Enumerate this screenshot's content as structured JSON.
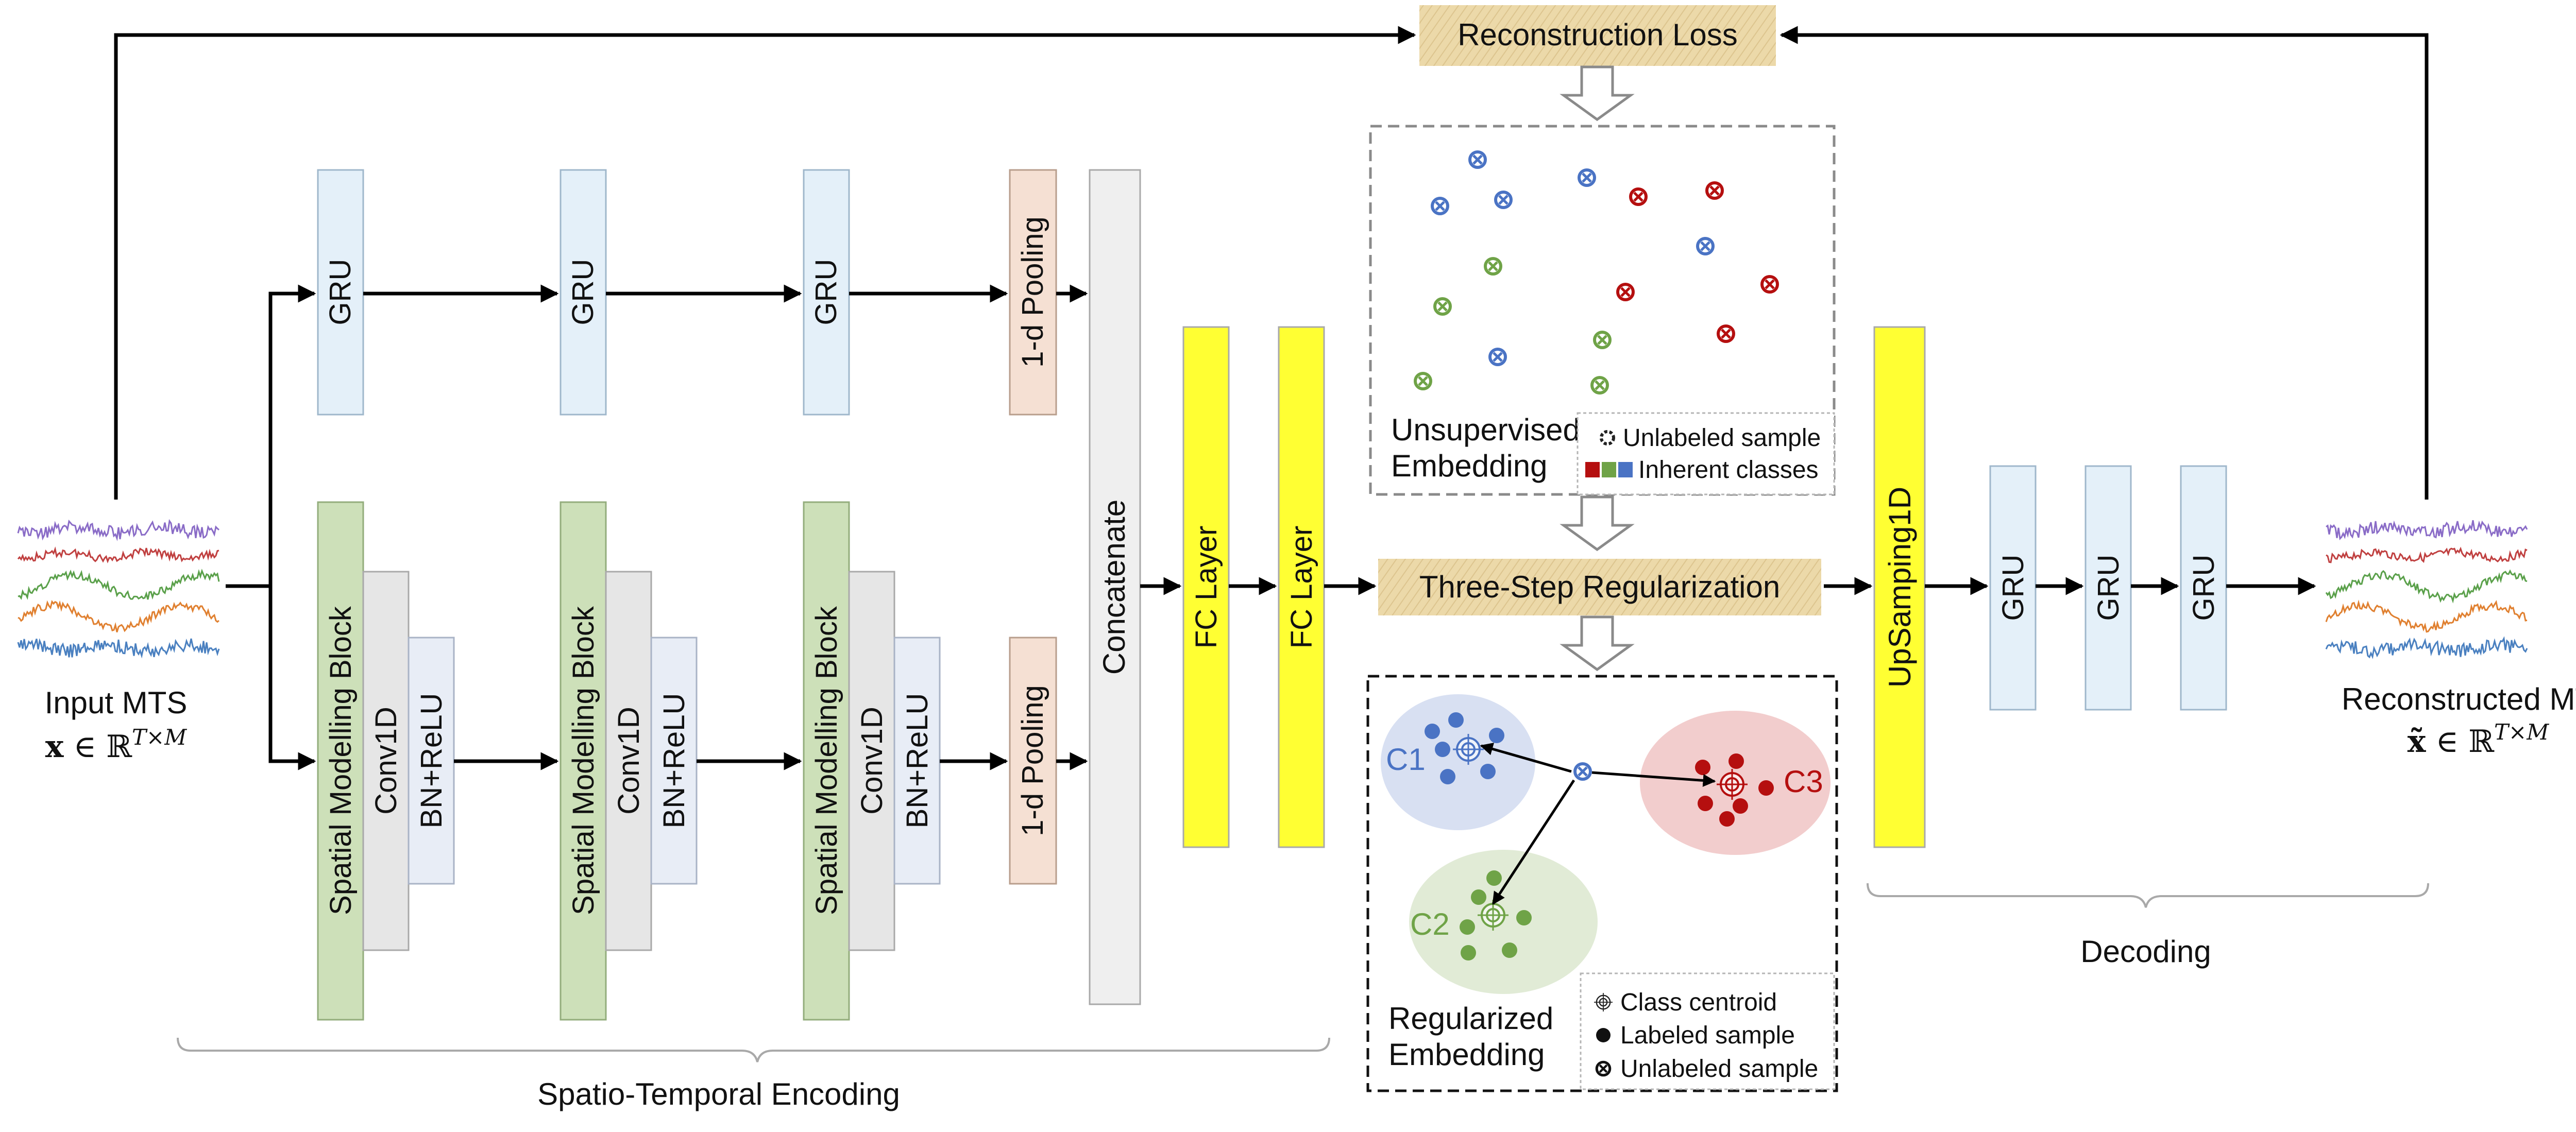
{
  "input": {
    "title": "Input MTS",
    "formula_var": "x",
    "formula_rest": " ∈ ℝ",
    "formula_sup": "T×M"
  },
  "output": {
    "title": "Reconstructed MTS",
    "formula_var": "x̃",
    "formula_rest": " ∈ ℝ",
    "formula_sup": "T×M"
  },
  "loss": {
    "label": "Reconstruction Loss"
  },
  "regularization": {
    "label": "Three-Step Regularization"
  },
  "encoder": {
    "gru_labels": [
      "GRU",
      "GRU",
      "GRU"
    ],
    "spatial_labels": [
      "Spatial Modelling Block",
      "Spatial Modelling Block",
      "Spatial Modelling Block"
    ],
    "conv_labels": [
      "Conv1D",
      "Conv1D",
      "Conv1D"
    ],
    "bn_labels": [
      "BN+ReLU",
      "BN+ReLU",
      "BN+ReLU"
    ],
    "pool_top": "1-d Pooling",
    "pool_bottom": "1-d Pooling",
    "concat": "Concatenate",
    "fc_labels": [
      "FC Layer",
      "FC Layer"
    ],
    "section_label": "Spatio-Temporal Encoding"
  },
  "decoder": {
    "upsampling": "UpSamping1D",
    "gru_labels": [
      "GRU",
      "GRU",
      "GRU"
    ],
    "section_label": "Decoding"
  },
  "unsupervised": {
    "caption_line1": "Unsupervised",
    "caption_line2": "Embedding",
    "legend_unlabeled": "Unlabeled sample",
    "legend_classes": "Inherent classes"
  },
  "regularized": {
    "caption_line1": "Regularized",
    "caption_line2": "Embedding",
    "cluster_labels": [
      "C1",
      "C2",
      "C3"
    ],
    "legend_centroid": "Class centroid",
    "legend_labeled": "Labeled sample",
    "legend_unlabeled": "Unlabeled sample"
  },
  "colors": {
    "gru_fill": "#e4f0f9",
    "spatial_fill": "#cde0b9",
    "conv_fill": "#e6e6e6",
    "bn_fill": "#e8edf6",
    "pool_fill": "#f5e0d3",
    "concat_fill": "#efefef",
    "fc_fill": "#ffff33",
    "banner_fill": "#ecd9a9",
    "class_blue": "#4a73c4",
    "class_green": "#6fa347",
    "class_red": "#b50f0f",
    "cluster_blue_bg": "#d8e0f2",
    "cluster_green_bg": "#e1ebd6",
    "cluster_red_bg": "#f2cdcd"
  }
}
